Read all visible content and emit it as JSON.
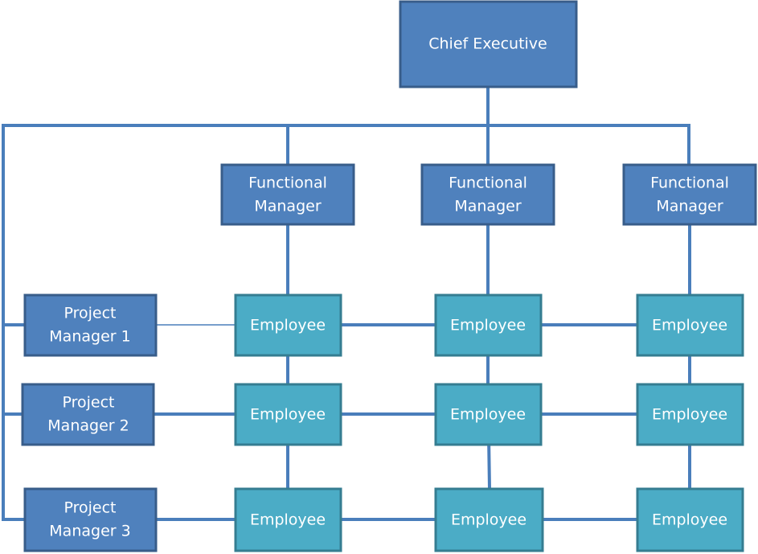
{
  "chief_executive": {
    "label": "Chief Executive"
  },
  "functional_managers": [
    {
      "line1": "Functional",
      "line2": "Manager"
    },
    {
      "line1": "Functional",
      "line2": "Manager"
    },
    {
      "line1": "Functional",
      "line2": "Manager"
    }
  ],
  "project_managers": [
    {
      "line1": "Project",
      "line2": "Manager 1"
    },
    {
      "line1": "Project",
      "line2": "Manager 2"
    },
    {
      "line1": "Project",
      "line2": "Manager 3"
    }
  ],
  "employees": [
    [
      "Employee",
      "Employee",
      "Employee"
    ],
    [
      "Employee",
      "Employee",
      "Employee"
    ],
    [
      "Employee",
      "Employee",
      "Employee"
    ]
  ],
  "colors": {
    "manager_fill": "#4f81bd",
    "employee_fill": "#4bacc6",
    "connector": "#4a7ebb"
  }
}
